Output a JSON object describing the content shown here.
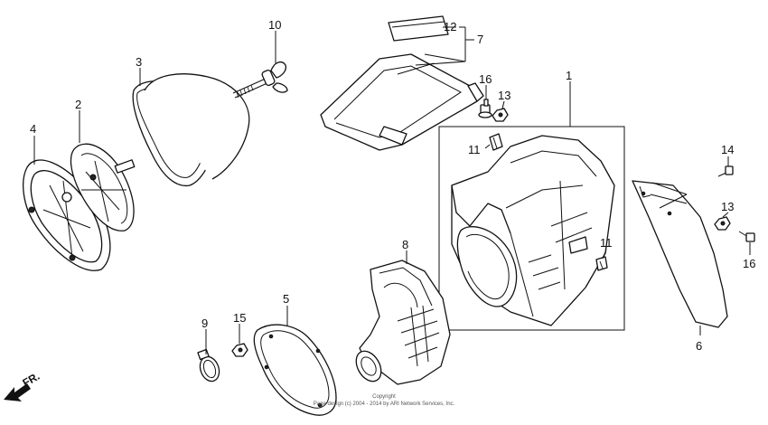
{
  "callouts": [
    {
      "id": "c1",
      "text": "1"
    },
    {
      "id": "c2",
      "text": "2"
    },
    {
      "id": "c3",
      "text": "3"
    },
    {
      "id": "c4",
      "text": "4"
    },
    {
      "id": "c5",
      "text": "5"
    },
    {
      "id": "c6",
      "text": "6"
    },
    {
      "id": "c7",
      "text": "7"
    },
    {
      "id": "c8",
      "text": "8"
    },
    {
      "id": "c9",
      "text": "9"
    },
    {
      "id": "c10",
      "text": "10"
    },
    {
      "id": "c11a",
      "text": "11"
    },
    {
      "id": "c11b",
      "text": "11"
    },
    {
      "id": "c12",
      "text": "12"
    },
    {
      "id": "c13a",
      "text": "13"
    },
    {
      "id": "c13b",
      "text": "13"
    },
    {
      "id": "c14",
      "text": "14"
    },
    {
      "id": "c15",
      "text": "15"
    },
    {
      "id": "c16a",
      "text": "16"
    },
    {
      "id": "c16b",
      "text": "16"
    }
  ],
  "direction_label": "FR.",
  "copyright": {
    "line1": "Copyright",
    "line2": "Page design (c) 2004 - 2014 by ARI Network Services, Inc."
  }
}
